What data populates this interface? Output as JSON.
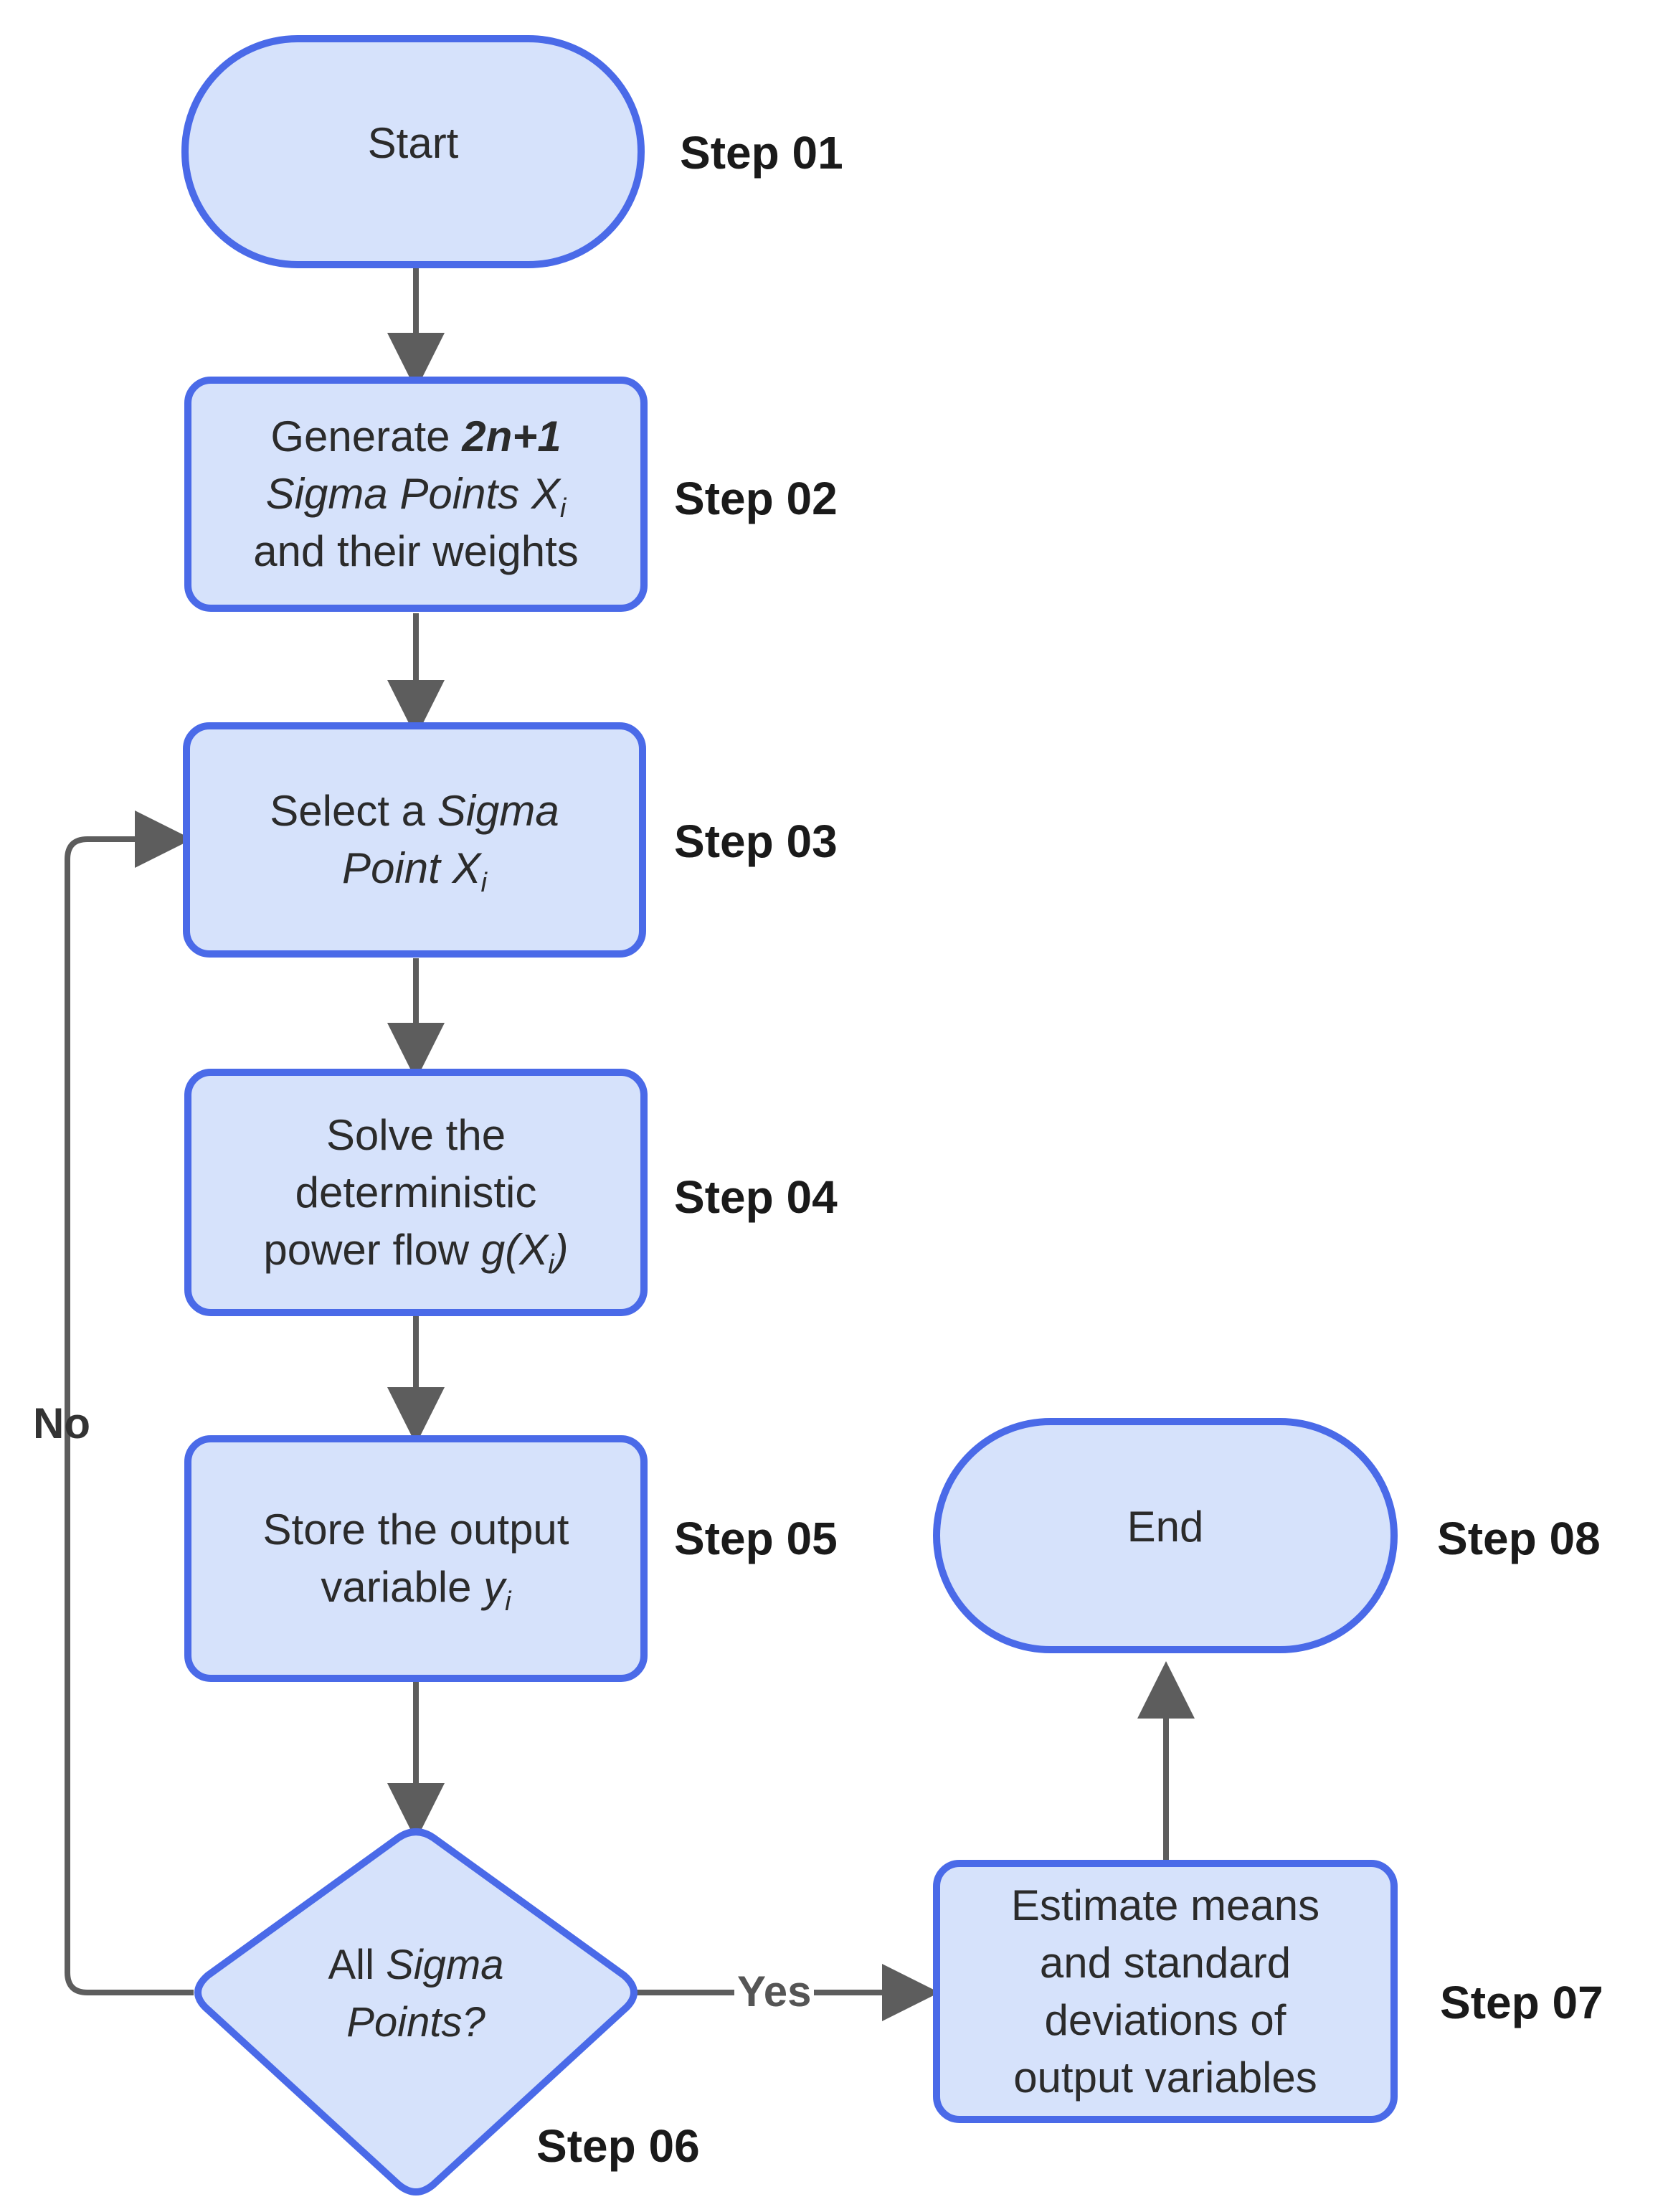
{
  "colors": {
    "node_fill": "#d6e2fb",
    "node_stroke": "#4a6ae8",
    "arrow": "#5d5d5d",
    "text": "#2b2b2b"
  },
  "nodes": {
    "start": {
      "text": "Start",
      "step": "Step 01"
    },
    "generate": {
      "line1_pre": "Generate ",
      "line1_bold": "2n+1",
      "line2_italic": "Sigma Points X",
      "line2_sub": "i",
      "line3": "and their weights",
      "step": "Step 02"
    },
    "select": {
      "line1_pre": "Select a ",
      "line1_italic": "Sigma",
      "line2_italic": "Point X",
      "line2_sub": "i",
      "step": "Step 03"
    },
    "solve": {
      "line1": "Solve the",
      "line2": "deterministic",
      "line3_pre": "power flow ",
      "line3_italic": "g(X",
      "line3_sub": "i",
      "line3_close": ")",
      "step": "Step 04"
    },
    "store": {
      "line1": "Store the output",
      "line2_pre": "variable ",
      "line2_italic": "y",
      "line2_sub": "i",
      "step": "Step 05"
    },
    "decision": {
      "line1_pre": "All ",
      "line1_italic": "Sigma",
      "line2_italic": "Points?",
      "step": "Step 06"
    },
    "estimate": {
      "line1": "Estimate means",
      "line2": "and standard",
      "line3": "deviations of",
      "line4": "output variables",
      "step": "Step 07"
    },
    "end": {
      "text": "End",
      "step": "Step 08"
    }
  },
  "edges": {
    "no_label": "No",
    "yes_label": "Yes"
  }
}
